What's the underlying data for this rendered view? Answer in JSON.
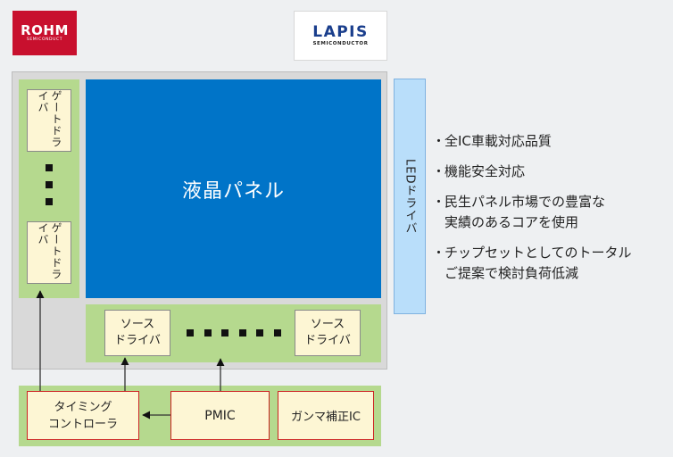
{
  "logos": {
    "rohm": {
      "main": "ROHM",
      "sub": "SEMICONDUCT"
    },
    "lapis": {
      "main": "LAPIS",
      "sub": "SEMICONDUCTOR"
    }
  },
  "diagram": {
    "gate_driver_label": "ゲートドライバ",
    "panel_label": "液晶パネル",
    "source_driver_label": "ソース\nドライバ",
    "led_driver_label": "LEDドライバ",
    "timing_controller_label": "タイミング\nコントローラ",
    "pmic_label": "PMIC",
    "gamma_label": "ガンマ補正IC"
  },
  "features": [
    {
      "bullet": "・",
      "text": "全IC車載対応品質"
    },
    {
      "bullet": "・",
      "text": "機能安全対応"
    },
    {
      "bullet": "・",
      "text": "民生パネル市場での豊富な\n実績のあるコアを使用"
    },
    {
      "bullet": "・",
      "text": "チップセットとしてのトータル\nご提案で検討負荷低減"
    }
  ],
  "colors": {
    "rohm_red": "#c8102e",
    "lapis_blue": "#1a3e8c",
    "panel_blue": "#0074c8",
    "board_green": "#b5d98e",
    "chip_cream": "#fdf6d4",
    "led_light_blue": "#b9defa"
  }
}
